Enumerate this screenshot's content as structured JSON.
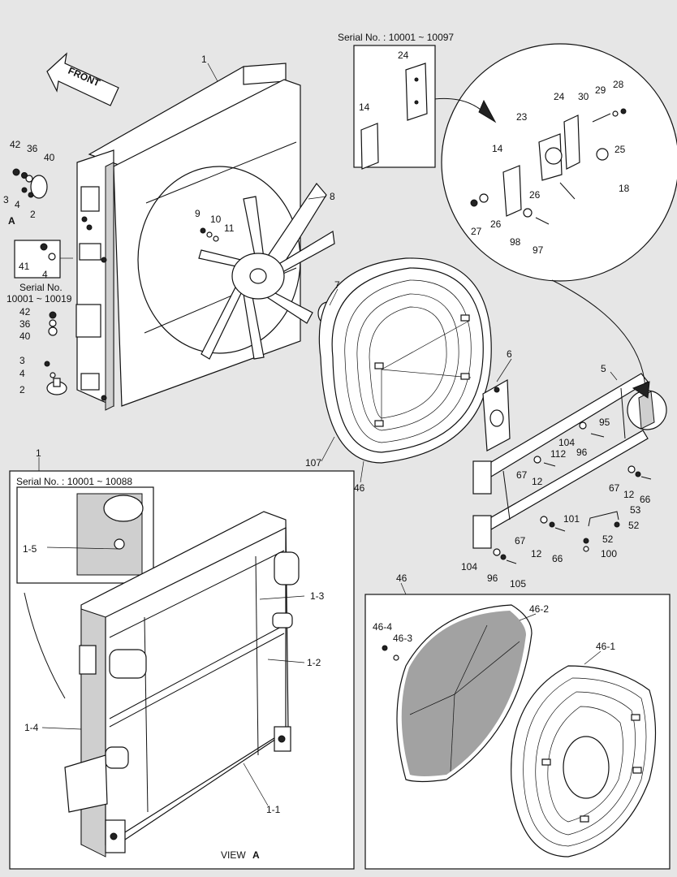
{
  "front_arrow": {
    "label": "FRONT"
  },
  "view_marker": {
    "letter": "A"
  },
  "serial_boxes": {
    "hinge": "Serial No. : 10001 ~ 10097",
    "mount": "Serial No.",
    "mount_range": "10001 ~ 10019",
    "inset": "Serial No. : 10001 ~ 10088"
  },
  "view_caption": {
    "text": "VIEW ",
    "letter": "A"
  },
  "callouts": {
    "c1": "1",
    "c2": "2",
    "c3": "3",
    "c4": "4",
    "c5": "5",
    "c6": "6",
    "c7": "7",
    "c8": "8",
    "c9": "9",
    "c10": "10",
    "c11": "11",
    "c12": "12",
    "c14": "14",
    "c18": "18",
    "c23": "23",
    "c24": "24",
    "c25": "25",
    "c26": "26",
    "c27": "27",
    "c28": "28",
    "c29": "29",
    "c30": "30",
    "c36": "36",
    "c40": "40",
    "c41": "41",
    "c42": "42",
    "c46": "46",
    "c52": "52",
    "c53": "53",
    "c66": "66",
    "c67": "67",
    "c95": "95",
    "c96": "96",
    "c97": "97",
    "c98": "98",
    "c100": "100",
    "c101": "101",
    "c104": "104",
    "c105": "105",
    "c107": "107",
    "c112": "112",
    "c1_1": "1-1",
    "c1_2": "1-2",
    "c1_3": "1-3",
    "c1_4": "1-4",
    "c1_5": "1-5",
    "c46_1": "46-1",
    "c46_2": "46-2",
    "c46_3": "46-3",
    "c46_4": "46-4"
  },
  "colors": {
    "background": "#e6e6e6",
    "line": "#111111",
    "paper": "#ffffff"
  }
}
